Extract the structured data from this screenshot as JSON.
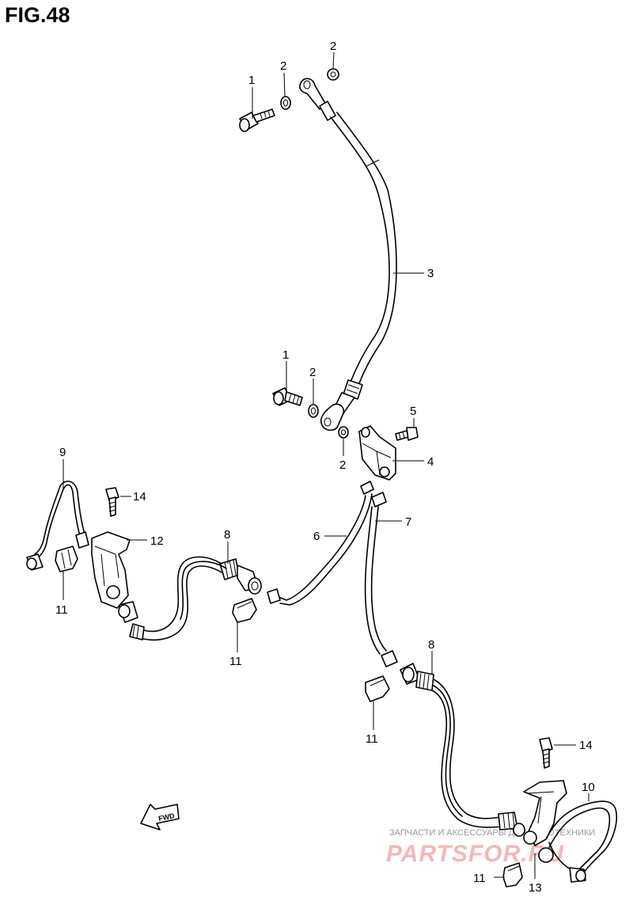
{
  "figure": {
    "title": "FIG.48"
  },
  "callouts": [
    {
      "id": "c1a",
      "text": "1"
    },
    {
      "id": "c2a",
      "text": "2"
    },
    {
      "id": "c2b",
      "text": "2"
    },
    {
      "id": "c3",
      "text": "3"
    },
    {
      "id": "c1b",
      "text": "1"
    },
    {
      "id": "c2c",
      "text": "2"
    },
    {
      "id": "c5",
      "text": "5"
    },
    {
      "id": "c2d",
      "text": "2"
    },
    {
      "id": "c4",
      "text": "4"
    },
    {
      "id": "c9",
      "text": "9"
    },
    {
      "id": "c14a",
      "text": "14"
    },
    {
      "id": "c12",
      "text": "12"
    },
    {
      "id": "c8a",
      "text": "8"
    },
    {
      "id": "c6",
      "text": "6"
    },
    {
      "id": "c7",
      "text": "7"
    },
    {
      "id": "c11a",
      "text": "11"
    },
    {
      "id": "c11b",
      "text": "11"
    },
    {
      "id": "c8b",
      "text": "8"
    },
    {
      "id": "c11c",
      "text": "11"
    },
    {
      "id": "c14b",
      "text": "14"
    },
    {
      "id": "c10",
      "text": "10"
    },
    {
      "id": "c13",
      "text": "13"
    },
    {
      "id": "c11d",
      "text": "11"
    }
  ],
  "fwd_marker": {
    "text": "FWD"
  },
  "watermark": {
    "line1": "ЗАПЧАСТИ И АКСЕССУАРЫ ДЛЯ МОТОТЕХНИКИ",
    "line2": "PARTSFOR.RU",
    "color": "#f2b8b8"
  }
}
